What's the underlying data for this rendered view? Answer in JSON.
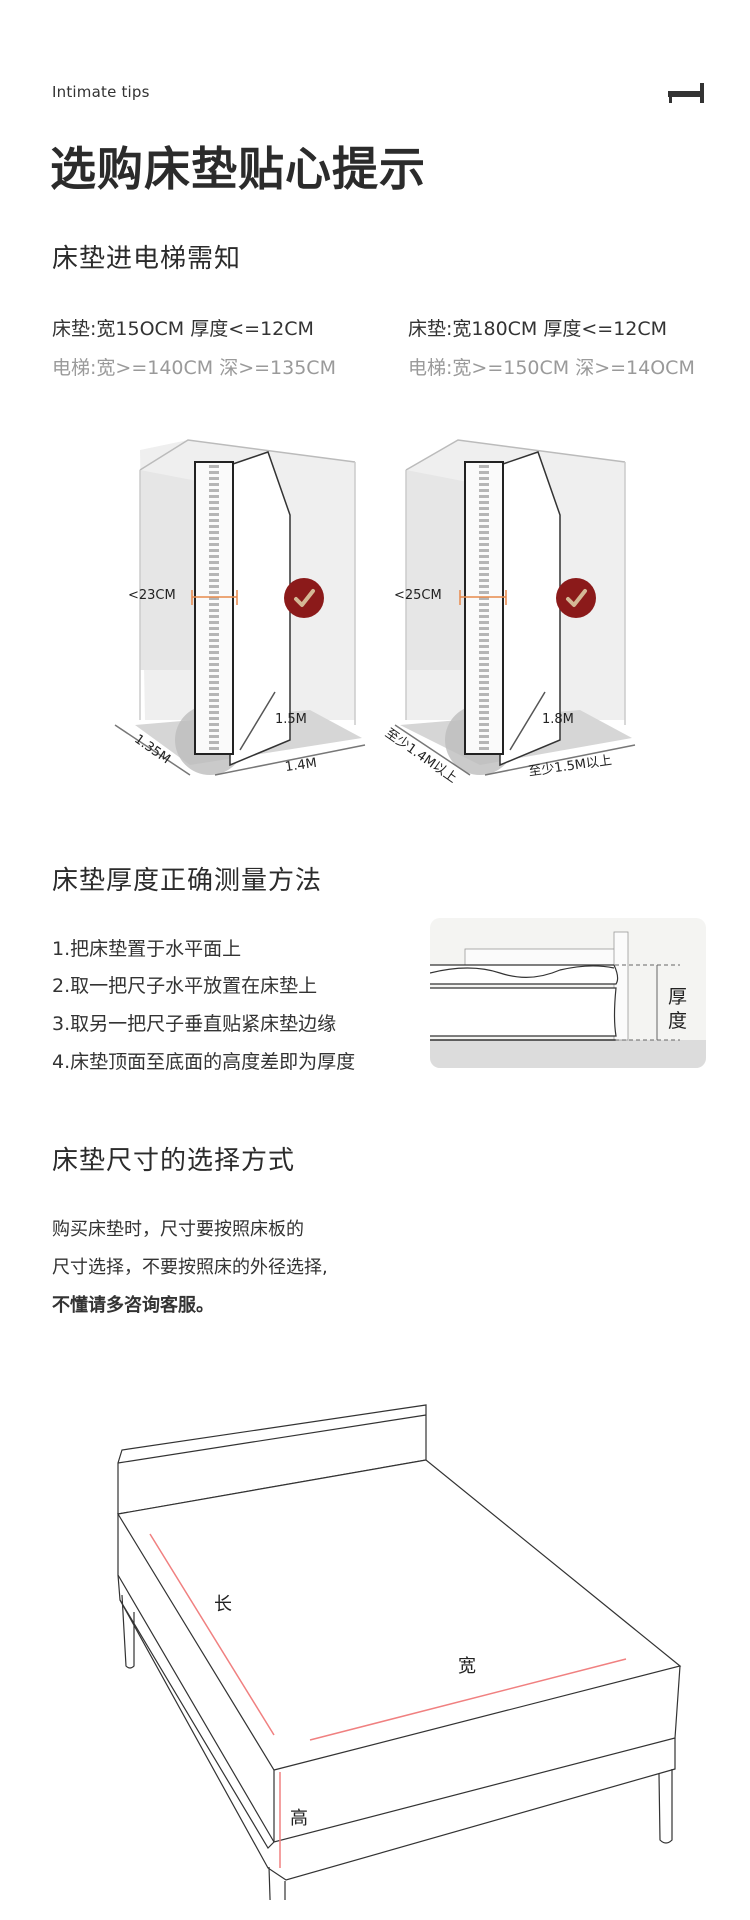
{
  "header": {
    "eyebrow": "Intimate tips",
    "icon": "bed-icon",
    "title": "选购床垫贴心提示"
  },
  "elevator_section": {
    "heading": "床垫进电梯需知",
    "columns": [
      {
        "mattress": "床垫:宽15OCM 厚度<=12CM",
        "elevator": "电梯:宽>=140CM 深>=135CM",
        "diagram": {
          "thickness": "<23CM",
          "diag": "1.5M",
          "width": "1.4M",
          "depth": "1.35M",
          "status_icon": "check-icon"
        }
      },
      {
        "mattress": "床垫:宽180CM 厚度<=12CM",
        "elevator": "电梯:宽>=150CM 深>=14OCM",
        "diagram": {
          "thickness": "<25CM",
          "diag": "1.8M",
          "width": "至少1.5M以上",
          "depth": "至少1.4M以上",
          "status_icon": "check-icon"
        }
      }
    ]
  },
  "thickness_section": {
    "heading": "床垫厚度正确测量方法",
    "steps": [
      "1.把床垫置于水平面上",
      "2.取一把尺子水平放置在床垫上",
      "3.取另一把尺子垂直贴紧床垫边缘",
      "4.床垫顶面至底面的高度差即为厚度"
    ],
    "diagram_label": [
      "厚",
      "度"
    ]
  },
  "size_section": {
    "heading": "床垫尺寸的选择方式",
    "lines": [
      "购买床垫时，尺寸要按照床板的",
      "尺寸选择，不要按照床的外径选择,",
      "不懂请多咨询客服。"
    ],
    "bed_labels": {
      "length": "长",
      "width": "宽",
      "height": "高"
    }
  },
  "colors": {
    "text": "#333333",
    "muted": "#9a9a9a",
    "accent_red": "#8b1a1a",
    "check_tan": "#d4b896",
    "measure_orange": "#e8894a",
    "bed_red_line": "#f08080"
  }
}
